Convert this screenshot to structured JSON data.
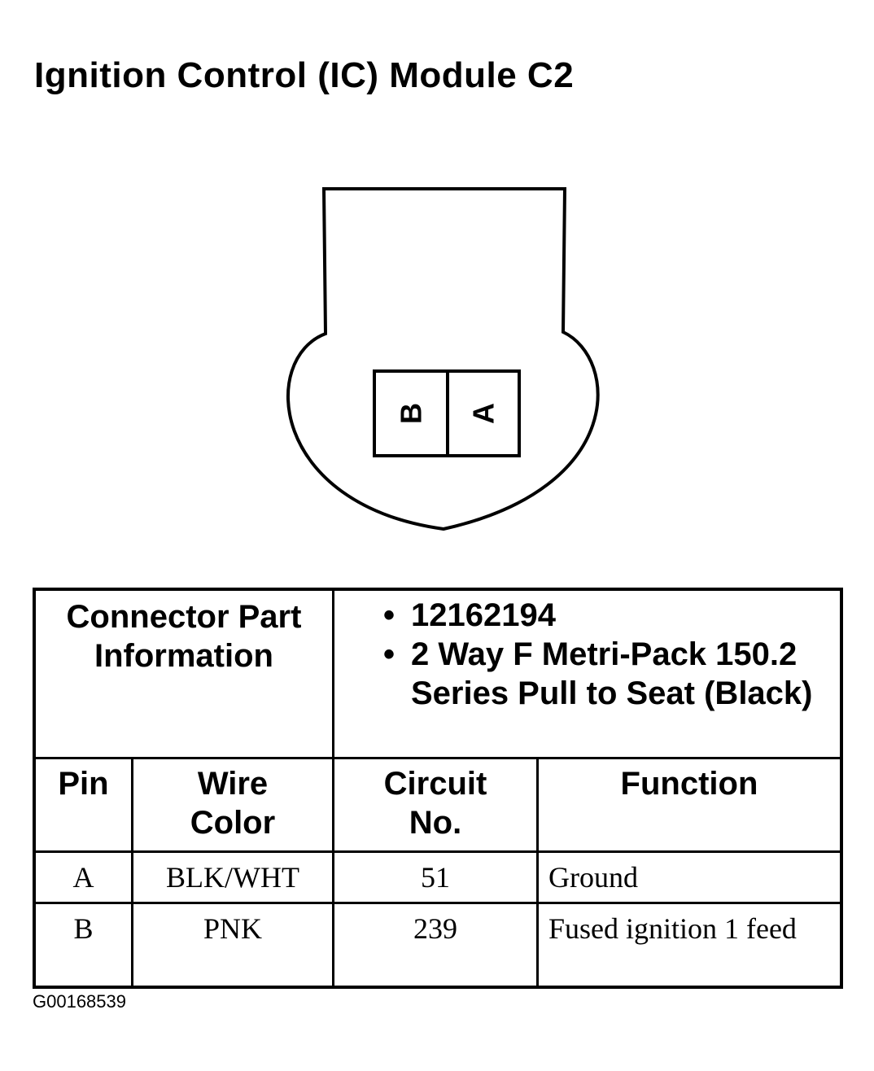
{
  "title": "Ignition Control (IC) Module C2",
  "connector": {
    "cavities": [
      {
        "label": "B"
      },
      {
        "label": "A"
      }
    ]
  },
  "table": {
    "info_label_line1": "Connector Part",
    "info_label_line2": "Information",
    "info_items": [
      "12162194",
      "2 Way F Metri-Pack 150.2 Series Pull to Seat (Black)"
    ],
    "headers": {
      "pin": "Pin",
      "wire_color_line1": "Wire",
      "wire_color_line2": "Color",
      "circuit_line1": "Circuit",
      "circuit_line2": "No.",
      "function": "Function"
    },
    "rows": [
      {
        "pin": "A",
        "wire_color": "BLK/WHT",
        "circuit": "51",
        "function": "Ground"
      },
      {
        "pin": "B",
        "wire_color": "PNK",
        "circuit": "239",
        "function": "Fused ignition 1 feed"
      }
    ]
  },
  "figure_id": "G00168539"
}
